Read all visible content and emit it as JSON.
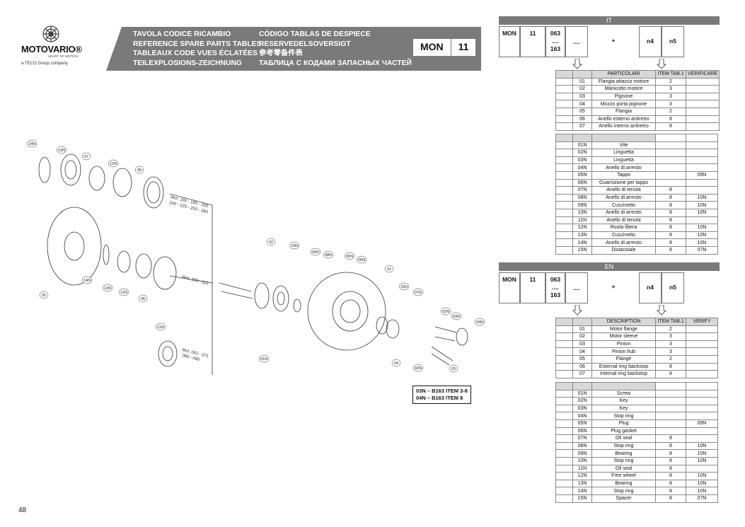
{
  "brand": {
    "name": "MOTOVARIO",
    "registered": "®",
    "tagline": "HEART OF MOTION",
    "company": "a TECO Group company"
  },
  "header": {
    "col1": [
      "TAVOLA CODICE RICAMBIO",
      "REFERENCE SPARE PARTS TABLES",
      "TABLEAUX CODE VUES ÉCLATÉES",
      "TEILEXPLOSIONS-ZEICHNUNG"
    ],
    "col2": [
      "CÓDIGO TABLAS DE DESPIECE",
      "RESERVEDELSOVERSIGT",
      "参考零备件表",
      "ТАБЛИЦА С КОДАМИ ЗАПАСНЫХ ЧАСТЕЙ"
    ],
    "mon": "MON",
    "mon_num": "11"
  },
  "page_number": "48",
  "diagram": {
    "labels": [
      "14N",
      "13N",
      "07",
      "12N",
      "06",
      "05",
      "14N",
      "13N",
      "12N",
      "06",
      "11N",
      "02",
      "10N",
      "09N",
      "08N",
      "05N",
      "06N",
      "01",
      "15N",
      "07N",
      "01N",
      "04",
      "02N",
      "03N",
      "02N",
      "03",
      "04N"
    ],
    "motor_notes": [
      "Mot. 180 - 160 - 160",
      "200 - 225 - 250 - 280",
      "Mot. 100 - 112",
      "Mot. 063 - 071",
      "080 - 090"
    ]
  },
  "note": [
    "03N – B163  ITEM 3-8",
    "04N – B163  ITEM 8"
  ],
  "it": {
    "title": "IT",
    "code": [
      "MON",
      "11",
      "063",
      "....",
      "163",
      "....",
      "+",
      "n4",
      "n5"
    ],
    "headers": [
      "PARTICOLARI",
      "ITEM TAB.1",
      "VERIFICARE"
    ],
    "rows": [
      [
        "01",
        "Flangia attacco motore",
        "2",
        ""
      ],
      [
        "02",
        "Manicotto motore",
        "3",
        ""
      ],
      [
        "03",
        "Pignone",
        "3",
        ""
      ],
      [
        "04",
        "Mozzo porta pignone",
        "3",
        ""
      ],
      [
        "05",
        "Flangia",
        "2",
        ""
      ],
      [
        "06",
        "Anello esterno antiretro",
        "8",
        ""
      ],
      [
        "07",
        "Anello interno antiretro",
        "8",
        ""
      ]
    ],
    "rows_n": [
      [
        "01N",
        "Vite",
        "",
        ""
      ],
      [
        "02N",
        "Linguetta",
        "",
        ""
      ],
      [
        "03N",
        "Linguetta",
        "",
        ""
      ],
      [
        "04N",
        "Anello di arresto",
        "",
        ""
      ],
      [
        "05N",
        "Tappo",
        "",
        "09N"
      ],
      [
        "06N",
        "Guarnizione per tappo",
        "",
        ""
      ],
      [
        "07N",
        "Anello di tenuta",
        "8",
        ""
      ],
      [
        "08N",
        "Anello di arresto",
        "8",
        "10N"
      ],
      [
        "09N",
        "Cuscinetto",
        "8",
        "10N"
      ],
      [
        "10N",
        "Anello di arresto",
        "8",
        "10N"
      ],
      [
        "11N",
        "Anello di tenuta",
        "8",
        ""
      ],
      [
        "12N",
        "Ruota libera",
        "8",
        "10N"
      ],
      [
        "13N",
        "Cuscinetto",
        "8",
        "10N"
      ],
      [
        "14N",
        "Anello di arresto",
        "8",
        "10N"
      ],
      [
        "15N",
        "Distanziale",
        "8",
        "07N"
      ]
    ]
  },
  "en": {
    "title": "EN",
    "code": [
      "MON",
      "11",
      "063",
      "....",
      "163",
      "....",
      "+",
      "n4",
      "n5"
    ],
    "headers": [
      "DESCRIPTION",
      "ITEM TAB.1",
      "VERIFY"
    ],
    "rows": [
      [
        "01",
        "Motor flange",
        "2",
        ""
      ],
      [
        "02",
        "Motor sleeve",
        "3",
        ""
      ],
      [
        "03",
        "Pinion",
        "3",
        ""
      ],
      [
        "04",
        "Pinion hub",
        "3",
        ""
      ],
      [
        "05",
        "Flange",
        "2",
        ""
      ],
      [
        "06",
        "External ring backstop",
        "8",
        ""
      ],
      [
        "07",
        "Internal ring backstop",
        "8",
        ""
      ]
    ],
    "rows_n": [
      [
        "01N",
        "Screw",
        "",
        ""
      ],
      [
        "02N",
        "Key",
        "",
        ""
      ],
      [
        "03N",
        "Key",
        "",
        ""
      ],
      [
        "04N",
        "Stop ring",
        "",
        ""
      ],
      [
        "05N",
        "Plug",
        "",
        "09N"
      ],
      [
        "06N",
        "Plug gasket",
        "",
        ""
      ],
      [
        "07N",
        "Oil seal",
        "8",
        ""
      ],
      [
        "08N",
        "Stop ring",
        "8",
        "10N"
      ],
      [
        "09N",
        "Bearing",
        "8",
        "10N"
      ],
      [
        "10N",
        "Stop ring",
        "8",
        "10N"
      ],
      [
        "11N",
        "Oil seal",
        "8",
        ""
      ],
      [
        "12N",
        "Free wheel",
        "8",
        "10N"
      ],
      [
        "13N",
        "Bearing",
        "8",
        "10N"
      ],
      [
        "14N",
        "Stop ring",
        "8",
        "10N"
      ],
      [
        "15N",
        "Spacer",
        "8",
        "07N"
      ]
    ]
  }
}
